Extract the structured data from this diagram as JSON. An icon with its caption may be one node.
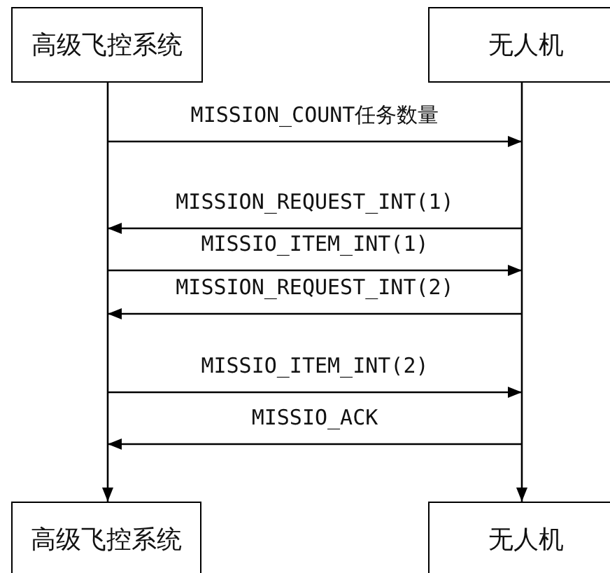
{
  "diagram": {
    "nodes": [
      {
        "text": [
          "高级飞控系统"
        ]
      },
      {
        "text": [
          "无人机"
        ]
      },
      {
        "text": [
          "高级飞控系统"
        ]
      },
      {
        "text": [
          "无人机"
        ]
      }
    ],
    "edges": [
      {
        "from": 0,
        "to": 2,
        "arrow": "to"
      },
      {
        "from": 1,
        "to": 3,
        "arrow": "to"
      }
    ],
    "labels": [
      "MISSION_COUNT任务数量",
      "MISSION_REQUEST_INT(1)",
      "MISSIO_ITEM_INT(1)",
      "MISSION_REQUEST_INT(2)",
      "MISSIO_ITEM_INT(2)",
      "MISSIO_ACK"
    ]
  }
}
